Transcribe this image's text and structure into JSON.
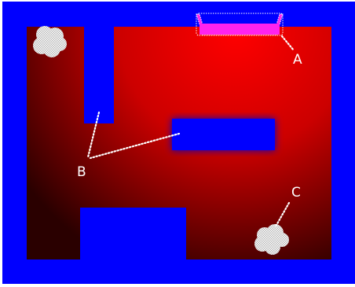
{
  "labels": {
    "a": "A",
    "b": "B",
    "c": "C"
  },
  "colors": {
    "wall": "#0000ff",
    "floor_center": "#ff0000",
    "floor_edge": "#3a0000",
    "highlight": "#ff22ee",
    "marker": "#ffffff"
  },
  "icons": {
    "cloud_top_left": "cloud-icon",
    "cloud_bottom_right": "cloud-icon"
  }
}
